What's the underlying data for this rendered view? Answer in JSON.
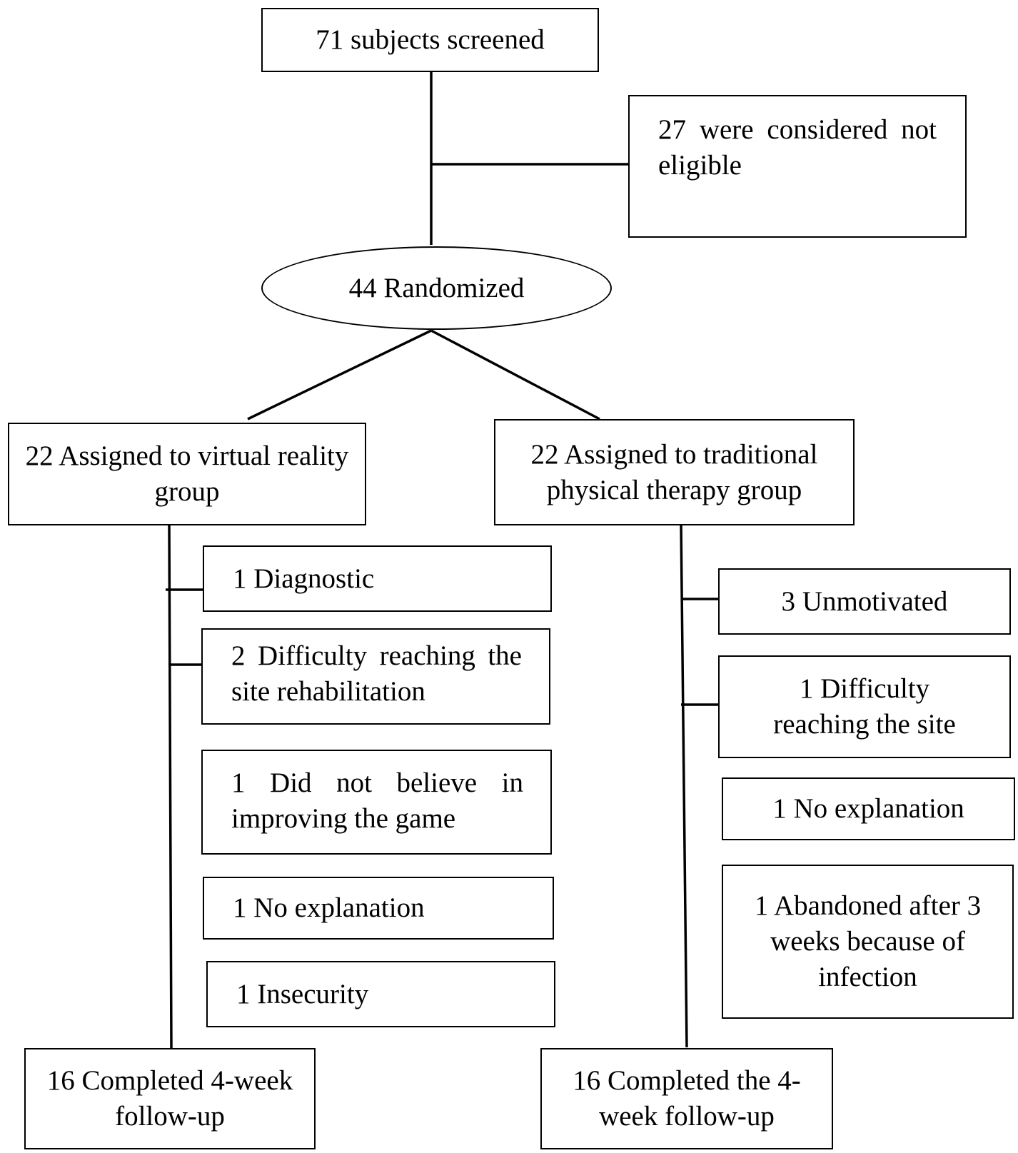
{
  "screened": {
    "text": "71 subjects screened"
  },
  "excluded": {
    "text": "27 were considered not eligible"
  },
  "randomized": {
    "text": "44 Randomized"
  },
  "arms": [
    {
      "assigned": "22 Assigned to virtual reality group",
      "dropouts": [
        "1 Diagnostic",
        "2 Difficulty reaching the site rehabilitation",
        "1 Did not believe in improving the game",
        "1 No explanation",
        "1 Insecurity"
      ],
      "completed": "16 Completed 4-week follow-up"
    },
    {
      "assigned": "22 Assigned to traditional physical therapy group",
      "dropouts": [
        "3 Unmotivated",
        "1 Difficulty reaching the site",
        "1 No explanation",
        "1 Abandoned after 3 weeks because of infection"
      ],
      "completed": "16 Completed the 4-week follow-up"
    }
  ]
}
